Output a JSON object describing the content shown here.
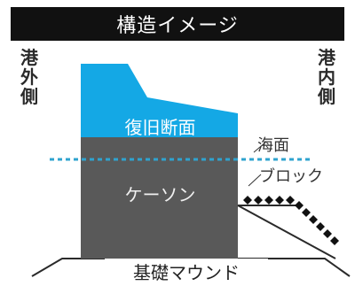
{
  "title": "構造イメージ",
  "left_label": "港外側",
  "right_label": "港内側",
  "labels": {
    "restoration_section": "復旧断面",
    "caisson": "ケーソン",
    "sea_level": "海面",
    "block": "ブロック",
    "foundation_mound": "基礎マウンド"
  },
  "colors": {
    "title_bg": "#111111",
    "restoration_fill": "#14a8e5",
    "caisson_fill": "#595959",
    "sea_line": "#2fa3cf",
    "text": "#333333"
  }
}
